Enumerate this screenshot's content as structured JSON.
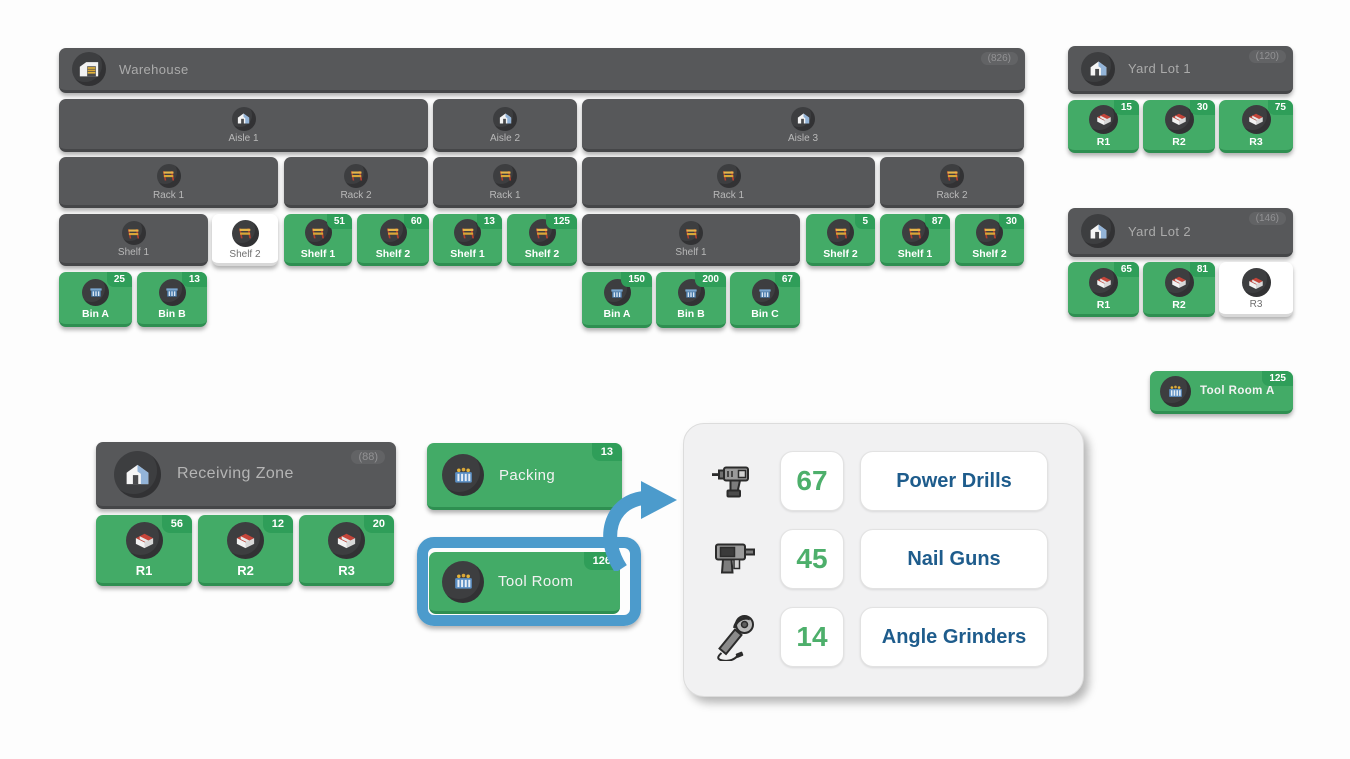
{
  "colors": {
    "node_green": "#43ab67",
    "node_dark": "#57585a",
    "highlight_blue": "#4c9bcc",
    "qty_green": "#4daf6b",
    "item_label_blue": "#1e5c8c"
  },
  "warehouse": {
    "title": "Warehouse",
    "count": "(826)",
    "aisles": [
      {
        "label": "Aisle 1"
      },
      {
        "label": "Aisle 2"
      },
      {
        "label": "Aisle 3"
      }
    ],
    "racks": [
      {
        "label": "Rack 1"
      },
      {
        "label": "Rack 2"
      },
      {
        "label": "Rack 1"
      },
      {
        "label": "Rack 1"
      },
      {
        "label": "Rack 2"
      }
    ],
    "shelves": [
      {
        "label": "Shelf 1"
      },
      {
        "label": "Shelf 2"
      },
      {
        "label": "Shelf 1",
        "count": "51"
      },
      {
        "label": "Shelf 2",
        "count": "60"
      },
      {
        "label": "Shelf 1",
        "count": "13"
      },
      {
        "label": "Shelf 2",
        "count": "125"
      },
      {
        "label": "Shelf 1"
      },
      {
        "label": "Shelf 2",
        "count": "5"
      },
      {
        "label": "Shelf 1",
        "count": "87"
      },
      {
        "label": "Shelf 2",
        "count": "30"
      }
    ],
    "bins": [
      {
        "label": "Bin A",
        "count": "25"
      },
      {
        "label": "Bin B",
        "count": "13"
      },
      {
        "label": "Bin A",
        "count": "150"
      },
      {
        "label": "Bin B",
        "count": "200"
      },
      {
        "label": "Bin C",
        "count": "67"
      }
    ]
  },
  "yard_lot_1": {
    "title": "Yard Lot 1",
    "count": "(120)",
    "rows": [
      {
        "label": "R1",
        "count": "15"
      },
      {
        "label": "R2",
        "count": "30"
      },
      {
        "label": "R3",
        "count": "75"
      }
    ]
  },
  "yard_lot_2": {
    "title": "Yard Lot 2",
    "count": "(146)",
    "rows": [
      {
        "label": "R1",
        "count": "65"
      },
      {
        "label": "R2",
        "count": "81"
      },
      {
        "label": "R3"
      }
    ]
  },
  "tool_room_a": {
    "label": "Tool Room A",
    "count": "125"
  },
  "receiving_zone": {
    "title": "Receiving Zone",
    "count": "(88)",
    "rows": [
      {
        "label": "R1",
        "count": "56"
      },
      {
        "label": "R2",
        "count": "12"
      },
      {
        "label": "R3",
        "count": "20"
      }
    ]
  },
  "packing": {
    "label": "Packing",
    "count": "13"
  },
  "tool_room": {
    "label": "Tool Room",
    "count": "126"
  },
  "detail_panel": {
    "items": [
      {
        "qty": "67",
        "name": "Power Drills",
        "icon": "power-drill-icon"
      },
      {
        "qty": "45",
        "name": "Nail Guns",
        "icon": "nail-gun-icon"
      },
      {
        "qty": "14",
        "name": "Angle Grinders",
        "icon": "angle-grinder-icon"
      }
    ]
  }
}
